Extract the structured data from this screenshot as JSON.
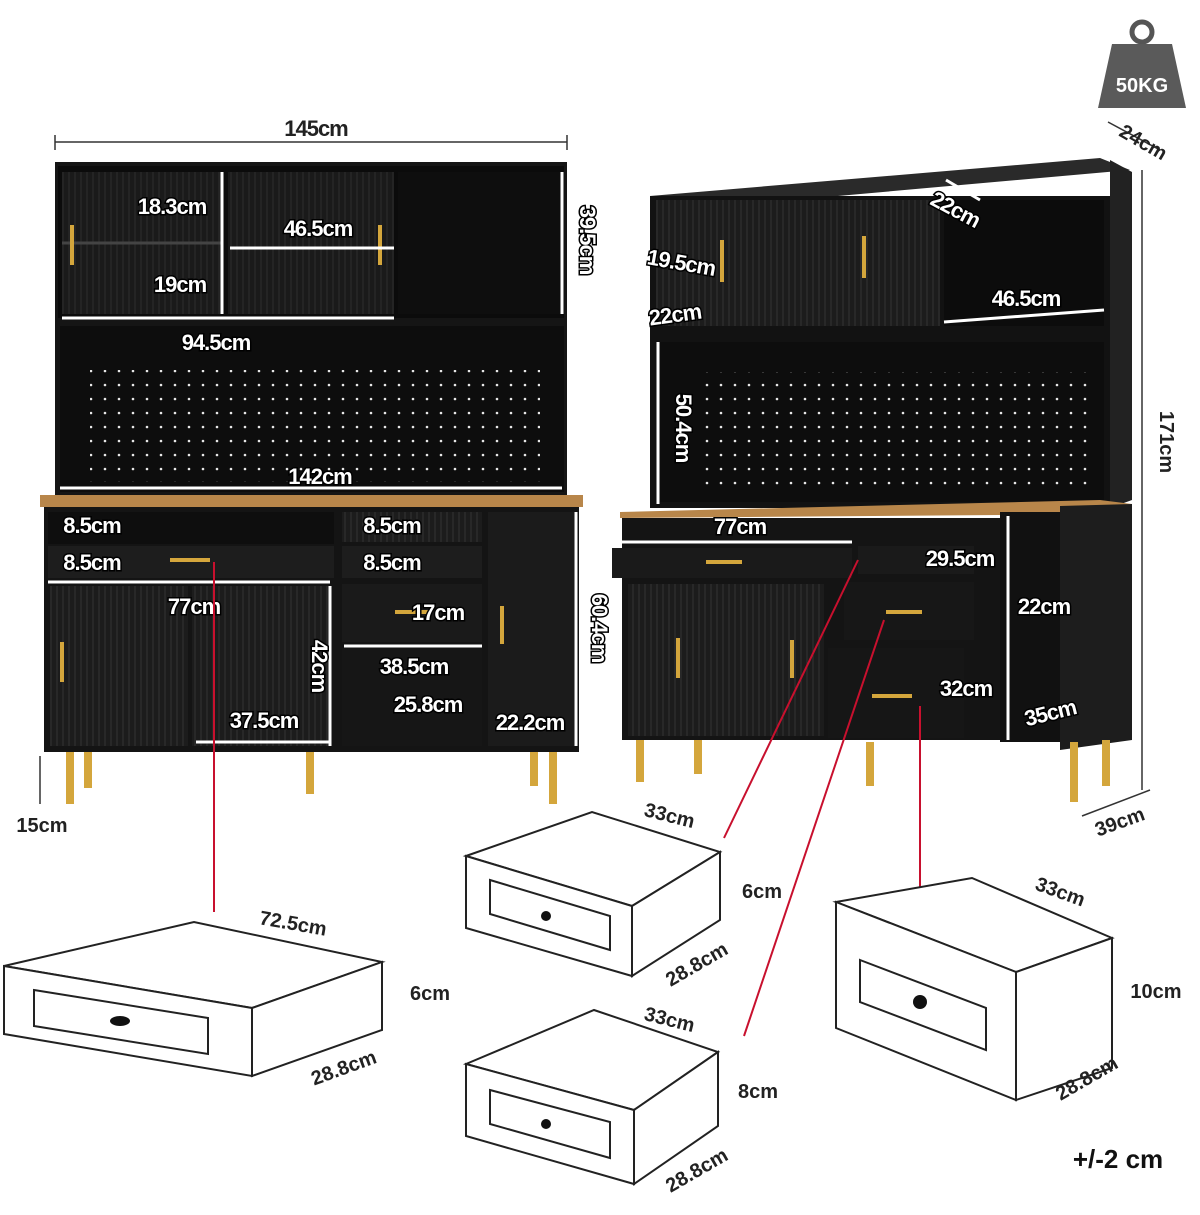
{
  "weight_badge": {
    "label": "50KG",
    "icon": "weight-icon"
  },
  "front_view": {
    "overall_width": "145cm",
    "top_left_shelf_height": "18.3cm",
    "top_left_lower_height": "19cm",
    "top_shelf_width": "46.5cm",
    "top_cabinet_height": "39.5cm",
    "top_cabinet_width": "94.5cm",
    "pegboard_width": "142cm",
    "drawer_left_top": "8.5cm",
    "drawer_left_bottom": "8.5cm",
    "drawer_mid_top": "8.5cm",
    "drawer_mid_bottom": "8.5cm",
    "left_drawer_width": "77cm",
    "left_cabinet_height": "42cm",
    "left_cabinet_width": "37.5cm",
    "mid_drawer_height": "17cm",
    "mid_section_width": "38.5cm",
    "mid_lower_height": "25.8cm",
    "right_door_width": "22.2cm",
    "base_height": "60.4cm",
    "leg_height": "15cm"
  },
  "side_view": {
    "depth_top": "24cm",
    "shelf_depth": "22cm",
    "glass_height": "19.5cm",
    "gap_height": "22cm",
    "shelf_width": "46.5cm",
    "pegboard_height": "50.4cm",
    "total_height": "171cm",
    "drawer_width": "77cm",
    "small_drawer_width": "29.5cm",
    "side_shelf_height": "22cm",
    "big_drawer_height": "32cm",
    "side_lower_height": "35cm",
    "depth_bottom": "39cm"
  },
  "drawers": [
    {
      "name": "wide",
      "width": "72.5cm",
      "height": "6cm",
      "depth": "28.8cm"
    },
    {
      "name": "small-top",
      "width": "33cm",
      "height": "6cm",
      "depth": "28.8cm"
    },
    {
      "name": "small-mid",
      "width": "33cm",
      "height": "8cm",
      "depth": "28.8cm"
    },
    {
      "name": "large",
      "width": "33cm",
      "height": "10cm",
      "depth": "28.8cm"
    }
  ],
  "tolerance": "+/-2 cm",
  "colors": {
    "cabinet": "#111111",
    "wood_top": "#b8864a",
    "gold": "#d4a63c",
    "leader": "#c8102e"
  }
}
